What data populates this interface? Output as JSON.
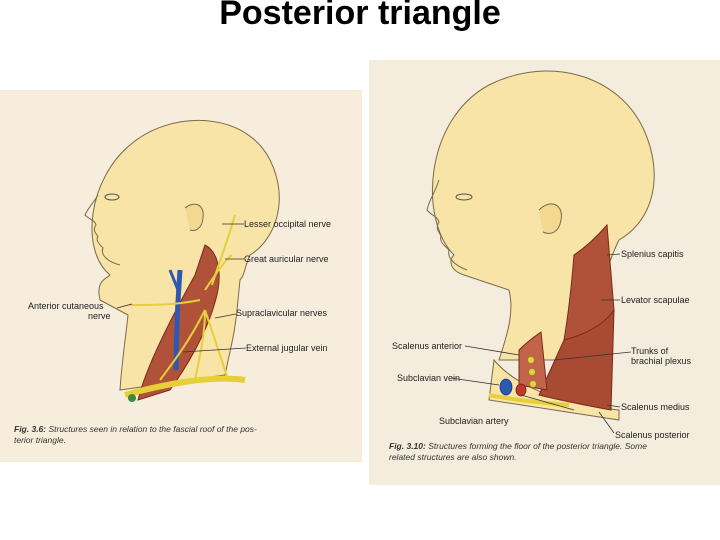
{
  "title": "Posterior triangle",
  "left_figure": {
    "labels": {
      "lesser_occipital": "Lesser occipital nerve",
      "great_auricular": "Great auricular nerve",
      "anterior_cutaneous_1": "Anterior cutaneous",
      "anterior_cutaneous_2": "nerve",
      "supraclavicular": "Supraclavicular nerves",
      "external_jugular": "External jugular vein"
    },
    "caption_fig": "Fig. 3.6:",
    "caption_line1": "Structures seen in relation to the fascial roof of the pos-",
    "caption_line2": "terior triangle."
  },
  "right_figure": {
    "labels": {
      "splenius": "Splenius capitis",
      "levator": "Levator scapulae",
      "scalenus_anterior": "Scalenus anterior",
      "trunks_1": "Trunks of",
      "trunks_2": "brachial plexus",
      "subclavian_vein": "Subclavian vein",
      "subclavian_artery": "Subclavian artery",
      "scalenus_medius": "Scalenus medius",
      "scalenus_posterior": "Scalenus posterior"
    },
    "caption_fig": "Fig. 3.10:",
    "caption_line1": "Structures forming the floor of the posterior triangle. Some",
    "caption_line2": "related structures are also shown."
  },
  "colors": {
    "skin": "#f7e4a6",
    "muscle": "#b0523a",
    "nerve": "#e6cf3a",
    "vein": "#2f58b3",
    "artery": "#c0392b"
  }
}
